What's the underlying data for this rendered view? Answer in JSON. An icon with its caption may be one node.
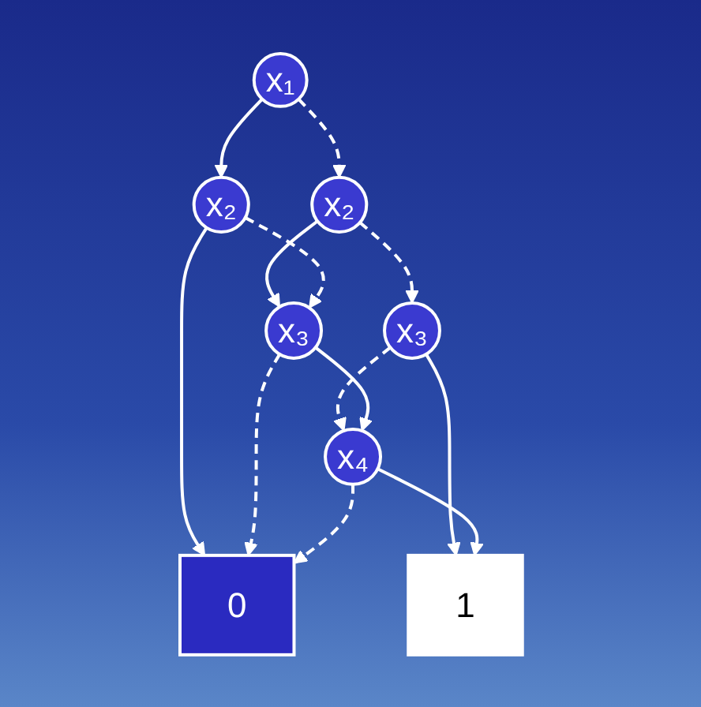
{
  "diagram": {
    "nodes": [
      {
        "text": [
          "x₁"
        ]
      },
      {
        "text": [
          "x₂"
        ]
      },
      {
        "text": [
          "x₂"
        ]
      },
      {
        "text": [
          "x₃"
        ]
      },
      {
        "text": [
          "x₃"
        ]
      },
      {
        "text": [
          "x₄"
        ]
      },
      {
        "text": [
          "0"
        ]
      },
      {
        "text": [
          "1"
        ]
      }
    ],
    "edges": [
      {
        "from": 0,
        "to": 1,
        "arrow": "to",
        "style": "dashed"
      },
      {
        "from": 0,
        "to": 2,
        "arrow": "to"
      },
      {
        "from": 1,
        "to": 3,
        "arrow": "to",
        "style": "dashed"
      },
      {
        "from": 1,
        "to": 4,
        "arrow": "to"
      },
      {
        "from": 2,
        "to": 4,
        "arrow": "to",
        "style": "dashed"
      },
      {
        "from": 2,
        "to": 6,
        "arrow": "to"
      },
      {
        "from": 3,
        "to": 5,
        "arrow": "to",
        "style": "dashed"
      },
      {
        "from": 3,
        "to": 7,
        "arrow": "to"
      },
      {
        "from": 4,
        "to": 6,
        "arrow": "to",
        "style": "dashed"
      },
      {
        "from": 4,
        "to": 5,
        "arrow": "to"
      },
      {
        "from": 5,
        "to": 6,
        "arrow": "to",
        "style": "dashed"
      },
      {
        "from": 5,
        "to": 7,
        "arrow": "to"
      }
    ]
  }
}
